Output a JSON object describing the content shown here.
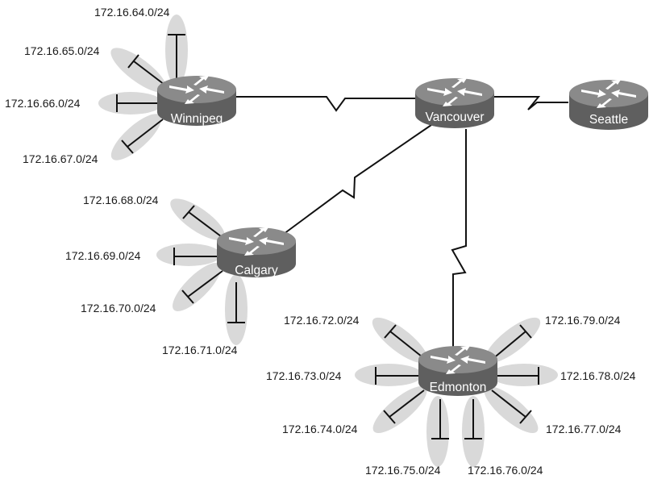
{
  "diagram": {
    "routers": [
      {
        "id": "winnipeg",
        "name": "Winnipeg"
      },
      {
        "id": "vancouver",
        "name": "Vancouver"
      },
      {
        "id": "seattle",
        "name": "Seattle"
      },
      {
        "id": "calgary",
        "name": "Calgary"
      },
      {
        "id": "edmonton",
        "name": "Edmonton"
      }
    ],
    "serial_links": [
      {
        "from": "winnipeg",
        "to": "vancouver"
      },
      {
        "from": "vancouver",
        "to": "seattle"
      },
      {
        "from": "vancouver",
        "to": "calgary"
      },
      {
        "from": "vancouver",
        "to": "edmonton"
      }
    ],
    "lans": {
      "winnipeg": [
        "172.16.64.0/24",
        "172.16.65.0/24",
        "172.16.66.0/24",
        "172.16.67.0/24"
      ],
      "calgary": [
        "172.16.68.0/24",
        "172.16.69.0/24",
        "172.16.70.0/24",
        "172.16.71.0/24"
      ],
      "edmonton": [
        "172.16.72.0/24",
        "172.16.73.0/24",
        "172.16.74.0/24",
        "172.16.75.0/24",
        "172.16.76.0/24",
        "172.16.77.0/24",
        "172.16.78.0/24",
        "172.16.79.0/24"
      ]
    },
    "colors": {
      "router_body": "#6b6b6b",
      "router_top": "#8a8a8a",
      "lan_fill": "#d9d9d9",
      "line": "#111111"
    }
  }
}
